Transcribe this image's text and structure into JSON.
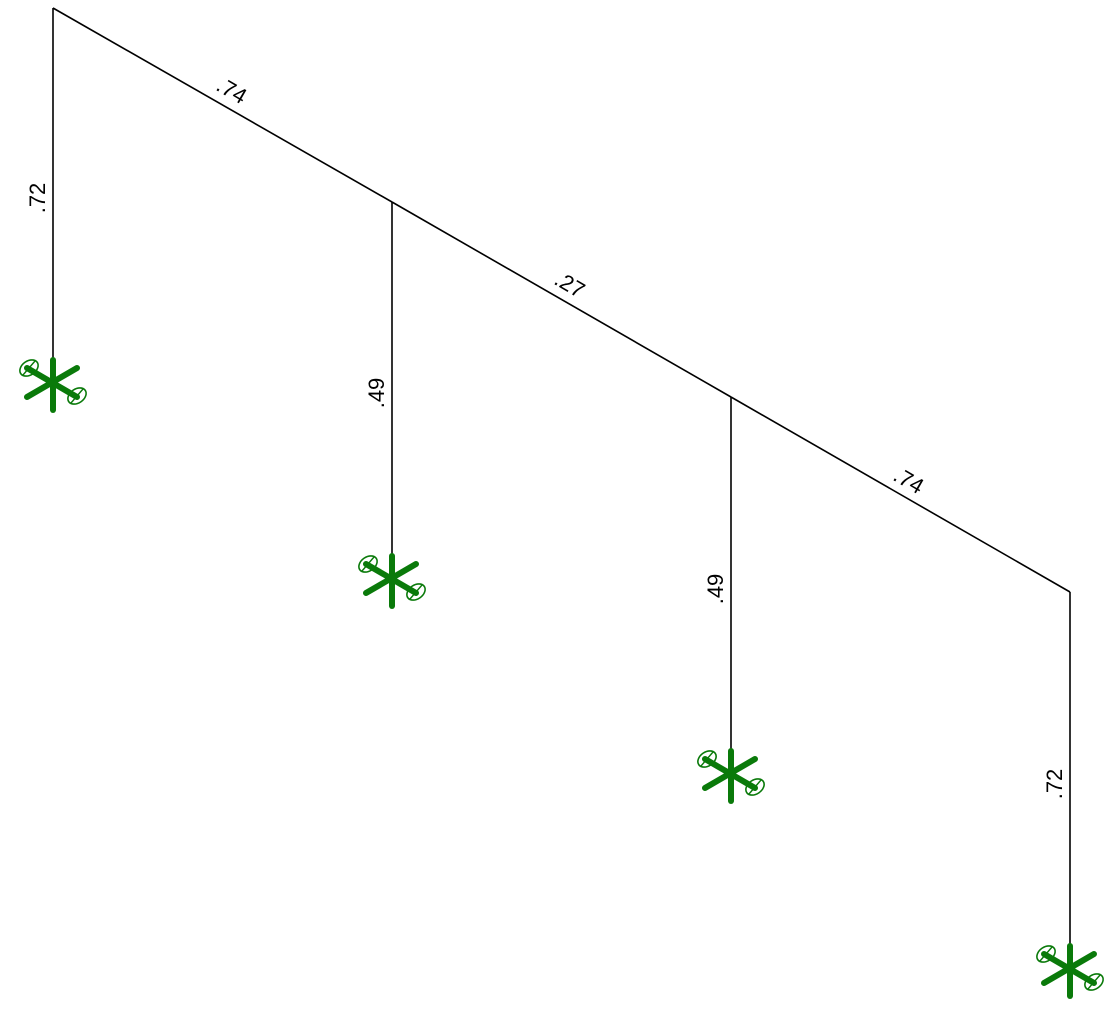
{
  "diagram": {
    "line_color": "#000000",
    "support_color": "#0a7a0a",
    "members": [
      {
        "id": "col-1",
        "label": ".72"
      },
      {
        "id": "beam-1",
        "label": ".74"
      },
      {
        "id": "col-2",
        "label": ".49"
      },
      {
        "id": "beam-2",
        "label": ".27"
      },
      {
        "id": "col-3",
        "label": ".49"
      },
      {
        "id": "beam-3",
        "label": ".74"
      },
      {
        "id": "col-4",
        "label": ".72"
      }
    ],
    "supports": [
      {
        "id": "support-1",
        "icon": "fixed-support-icon"
      },
      {
        "id": "support-2",
        "icon": "fixed-support-icon"
      },
      {
        "id": "support-3",
        "icon": "fixed-support-icon"
      },
      {
        "id": "support-4",
        "icon": "fixed-support-icon"
      }
    ]
  }
}
